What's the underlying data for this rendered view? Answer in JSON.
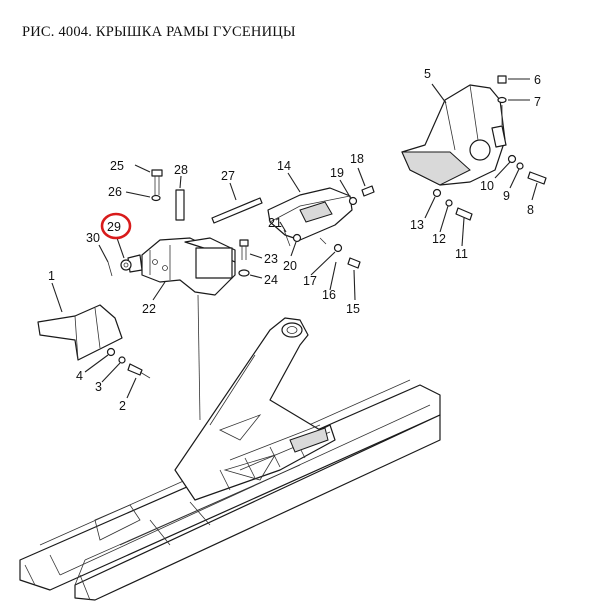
{
  "title": "РИС. 4004. КРЫШКА РАМЫ ГУСЕНИЦЫ",
  "highlight_color": "#d81b1b",
  "highlighted_part": "29",
  "callouts": {
    "c1": "1",
    "c2": "2",
    "c3": "3",
    "c4": "4",
    "c5": "5",
    "c6": "6",
    "c7": "7",
    "c8": "8",
    "c9": "9",
    "c10": "10",
    "c11": "11",
    "c12": "12",
    "c13": "13",
    "c14": "14",
    "c15": "15",
    "c16": "16",
    "c17": "17",
    "c18": "18",
    "c19": "19",
    "c20": "20",
    "c21": "21",
    "c22": "22",
    "c23": "23",
    "c24": "24",
    "c25": "25",
    "c26": "26",
    "c27": "27",
    "c28": "28",
    "c29": "29",
    "c30": "30"
  }
}
